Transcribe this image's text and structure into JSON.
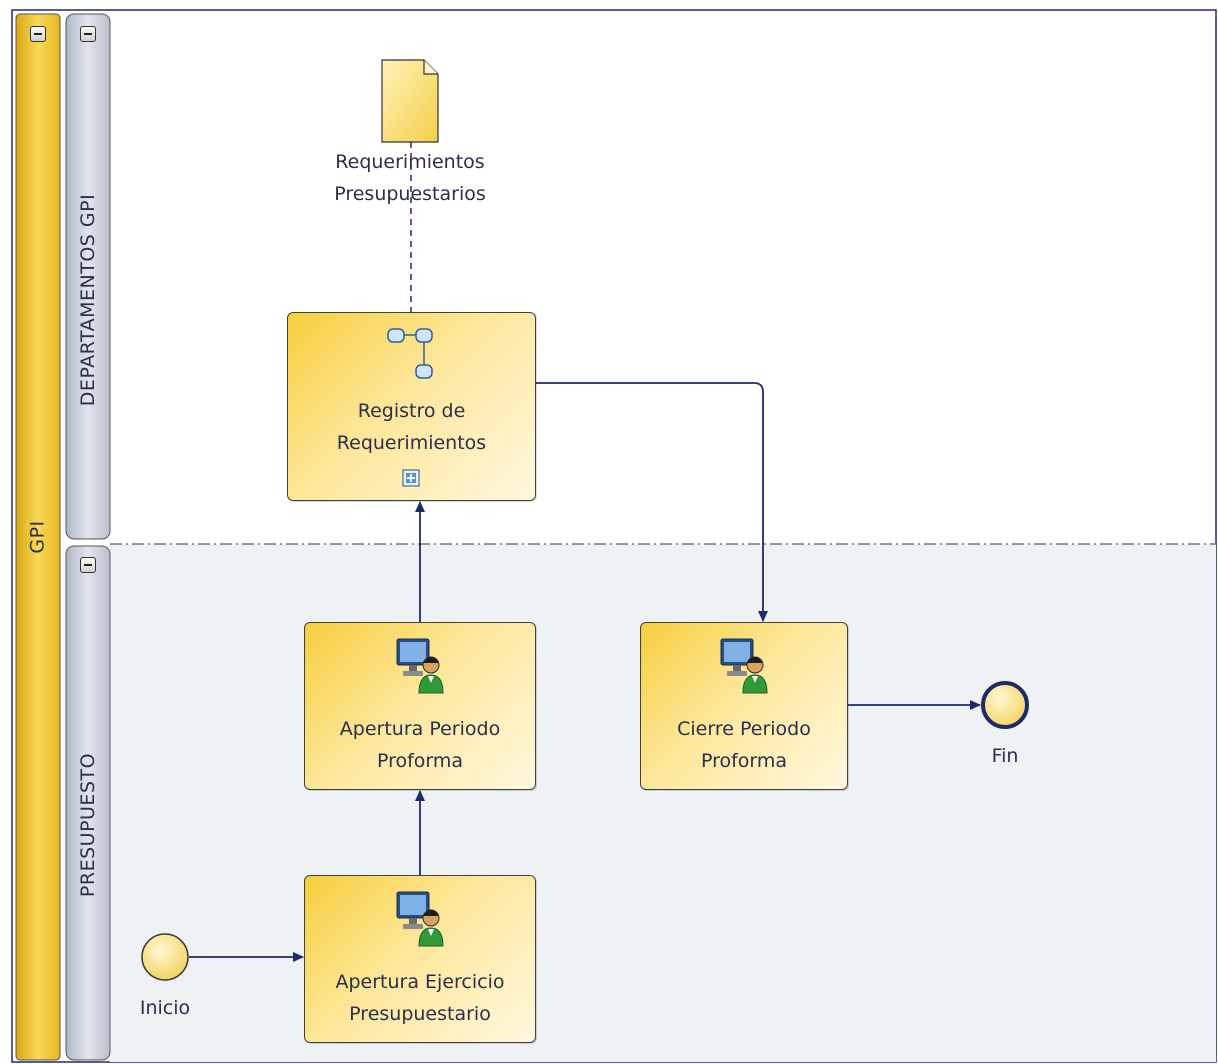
{
  "pool": {
    "name": "GPI"
  },
  "lanes": [
    {
      "name": "DEPARTAMENTOS GPI"
    },
    {
      "name": "PRESUPUESTO"
    }
  ],
  "tasks": {
    "registro": {
      "line1": "Registro de",
      "line2": "Requerimientos",
      "icon": "subprocess-icon"
    },
    "apertura_periodo": {
      "line1": "Apertura Periodo",
      "line2": "Proforma",
      "icon": "user-task-icon"
    },
    "cierre_periodo": {
      "line1": "Cierre Periodo",
      "line2": "Proforma",
      "icon": "user-task-icon"
    },
    "apertura_ejercicio": {
      "line1": "Apertura Ejercicio",
      "line2": "Presupuestario",
      "icon": "user-task-icon"
    }
  },
  "events": {
    "start": {
      "label": "Inicio"
    },
    "end": {
      "label": "Fin"
    }
  },
  "data_object": {
    "line1": "Requerimientos",
    "line2": "Presupuestarios"
  },
  "colors": {
    "task_fill_dark": "#f6cf3c",
    "task_fill_light": "#fff8de",
    "connector": "#1f2a6b",
    "pool_header": "#f2c52c",
    "lane_header": "#c6ccd8",
    "lower_lane_bg": "#eff2f5"
  }
}
